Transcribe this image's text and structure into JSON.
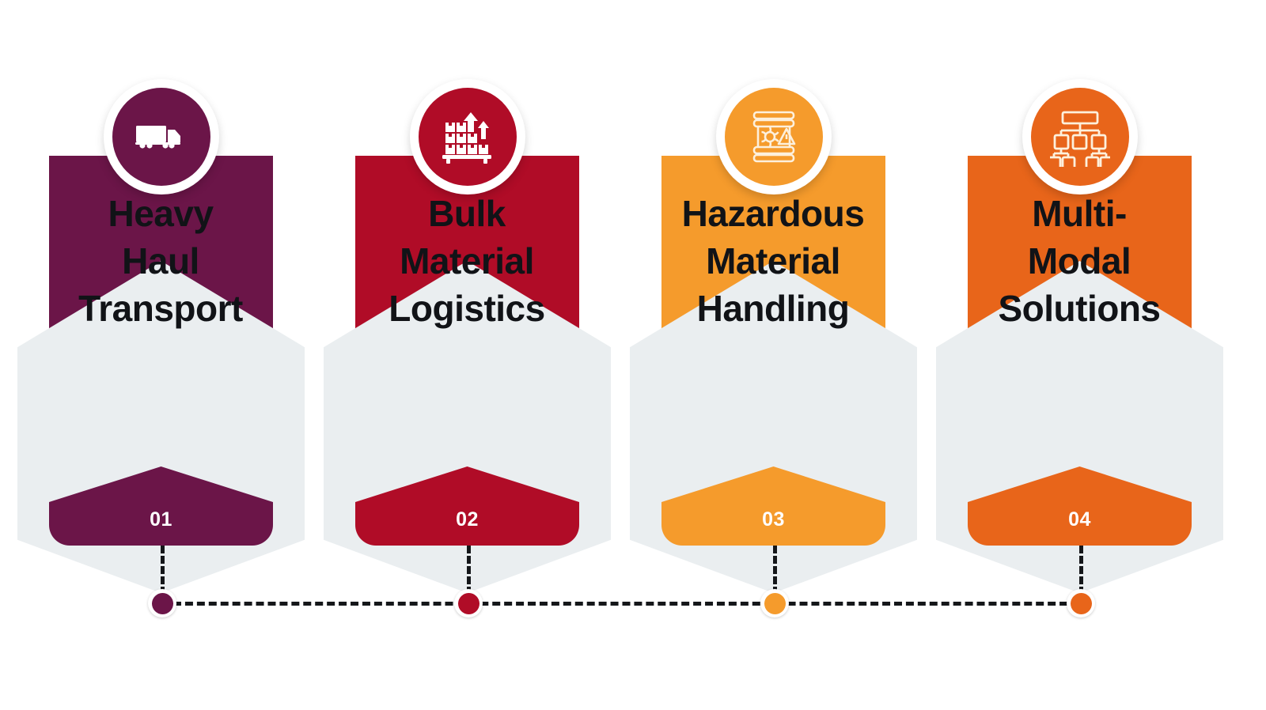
{
  "infographic": {
    "type": "4-step process / service cards",
    "background_color": "#ffffff",
    "panel_color": "#eaeef0",
    "title_text_color": "#111317",
    "connector_color": "#15171a"
  },
  "steps": [
    {
      "number": "01",
      "title": "Heavy\nHaul\nTransport",
      "color": "#6b1548",
      "icon": "semi-truck-icon",
      "icon_style": "solid"
    },
    {
      "number": "02",
      "title": "Bulk\nMaterial\nLogistics",
      "color": "#b00c27",
      "icon": "stacked-boxes-arrows-icon",
      "icon_style": "solid"
    },
    {
      "number": "03",
      "title": "Hazardous\nMaterial\nHandling",
      "color": "#f59b2c",
      "icon": "hazard-barrel-icon",
      "icon_style": "outline"
    },
    {
      "number": "04",
      "title": "Multi-\nModal\nSolutions",
      "color": "#e8651a",
      "icon": "hierarchy-network-icon",
      "icon_style": "outline"
    }
  ]
}
